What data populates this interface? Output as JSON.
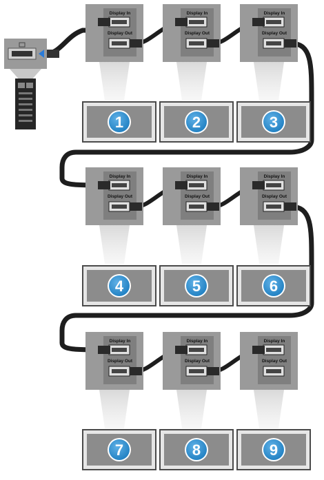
{
  "diagram": {
    "port_labels": {
      "display_in": "Display In",
      "display_out": "Display Out"
    },
    "monitors": [
      {
        "number": "1"
      },
      {
        "number": "2"
      },
      {
        "number": "3"
      },
      {
        "number": "4"
      },
      {
        "number": "5"
      },
      {
        "number": "6"
      },
      {
        "number": "7"
      },
      {
        "number": "8"
      },
      {
        "number": "9"
      }
    ],
    "colors": {
      "hub": "#9a9a9a",
      "port_panel": "#7f7f7f",
      "cable": "#1e1e1e",
      "screen_frame": "#b0b0b0",
      "screen": "#8c8c8c",
      "badge": "#1f7fc1",
      "light": "#d9d9d9",
      "pc": "#262626"
    },
    "icons": {
      "computer": "desktop-tower-icon",
      "arrow": "arrow-left-icon",
      "port": "displayport-icon"
    }
  }
}
